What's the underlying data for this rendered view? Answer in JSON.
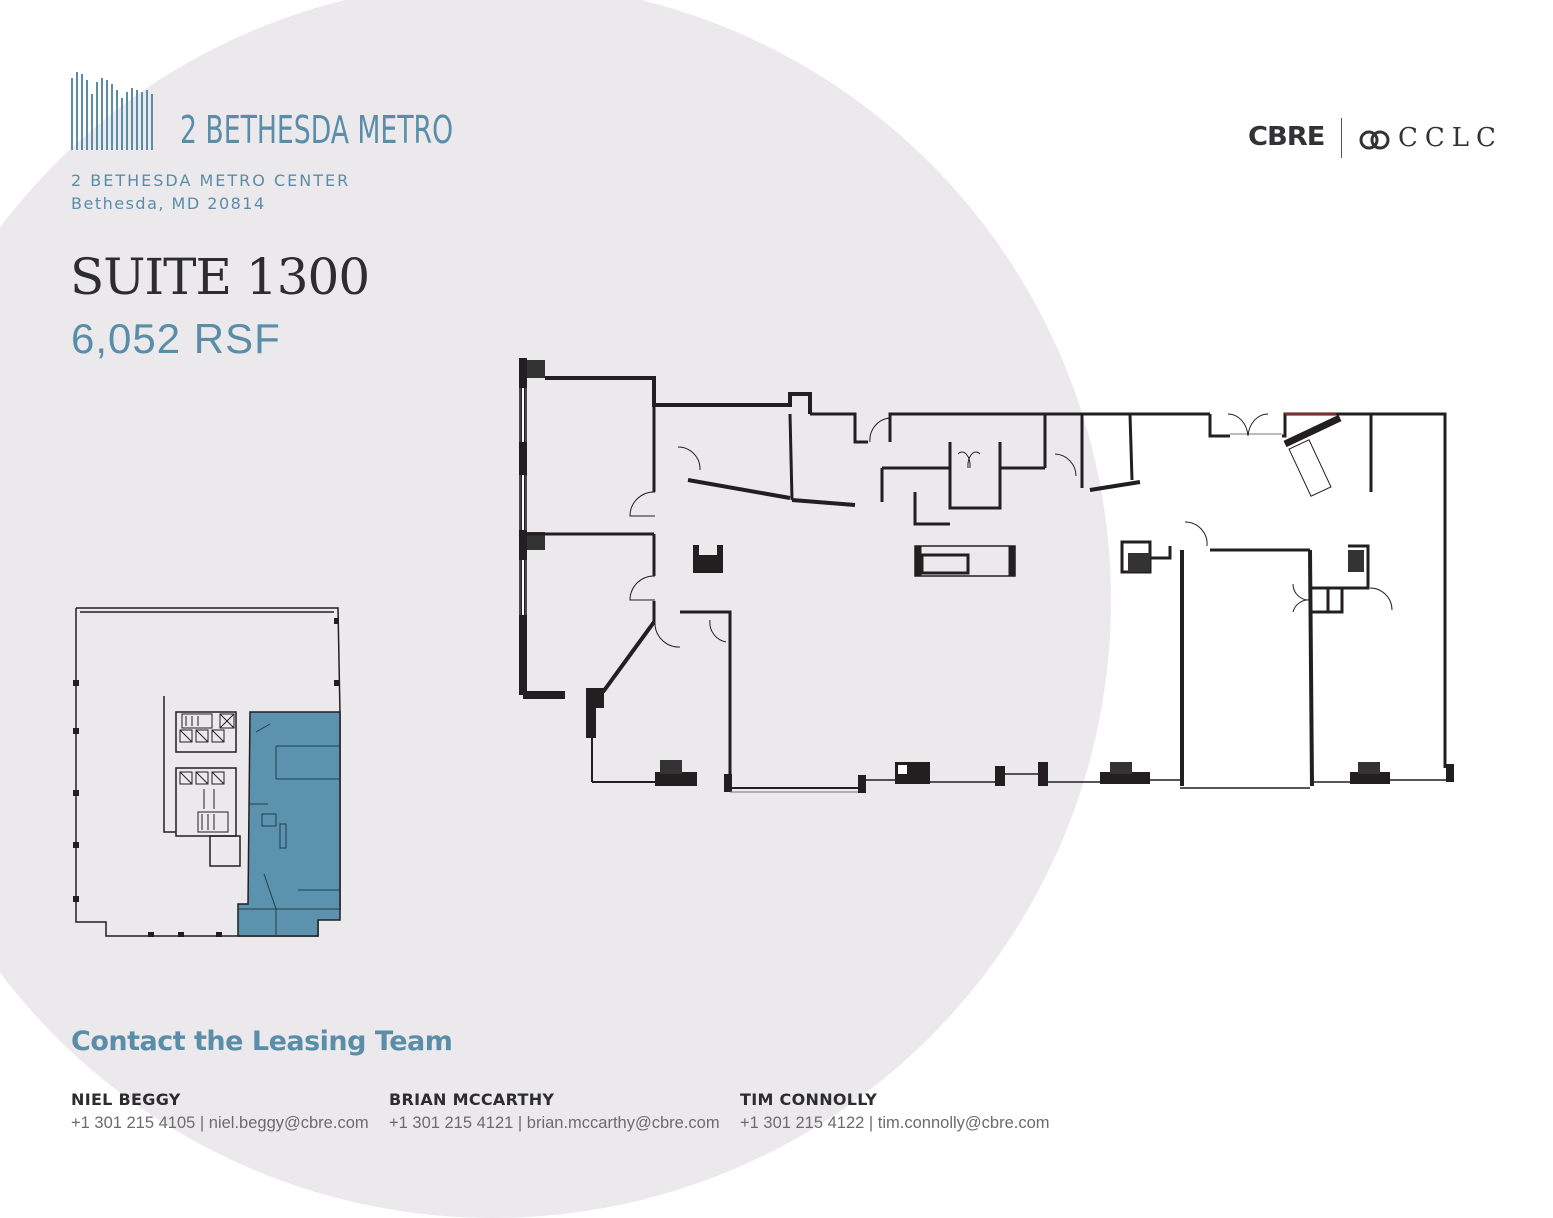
{
  "header": {
    "building_name": "2 BETHESDA METRO",
    "address_line1": "2 BETHESDA METRO CENTER",
    "address_line2": "Bethesda, MD 20814",
    "suite_title": "SUITE 1300",
    "suite_size": "6,052 RSF"
  },
  "partners": {
    "brand1": "CBRE",
    "brand2": "CCLC",
    "brand2_icon": "interlocking-rings-icon"
  },
  "contact": {
    "title": "Contact the Leasing Team",
    "agents": [
      {
        "name": "NIEL BEGGY",
        "phone": "+1 301 215 4105",
        "email": "niel.beggy@cbre.com",
        "info": "+1 301 215 4105 | niel.beggy@cbre.com"
      },
      {
        "name": "BRIAN MCCARTHY",
        "phone": "+1 301 215 4121",
        "email": "brian.mccarthy@cbre.com",
        "info": "+1 301 215 4121 | brian.mccarthy@cbre.com"
      },
      {
        "name": "TIM CONNOLLY",
        "phone": "+1 301 215 4122",
        "email": "tim.connolly@cbre.com",
        "info": "+1 301 215 4122 | tim.connolly@cbre.com"
      }
    ]
  },
  "colors": {
    "accent_blue": "#5a8ea8",
    "suite_highlight": "#5b92ad",
    "text_dark": "#2d2d30",
    "background_circle": "#ebe9ec",
    "wall": "#231f20"
  },
  "plans": {
    "key_plan": "building-floor-key-plan",
    "suite_plan": "suite-1300-floor-plan"
  }
}
